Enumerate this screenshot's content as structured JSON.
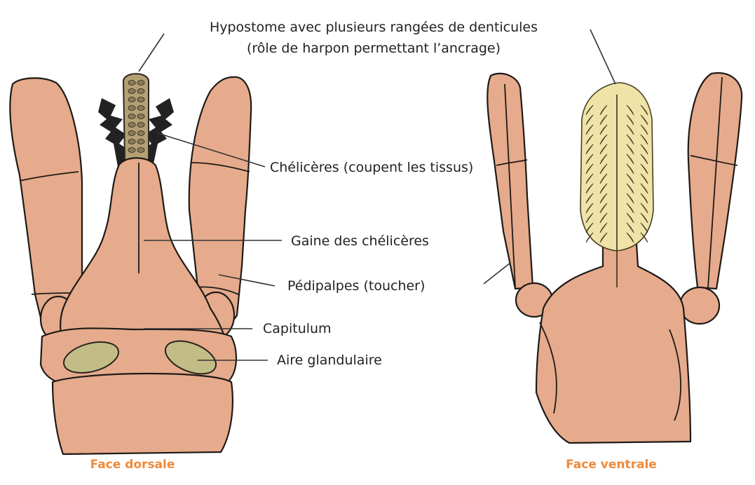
{
  "labels": {
    "hypostome_line1": "Hypostome avec plusieurs rangées de denticules",
    "hypostome_line2": "(rôle de harpon permettant l’ancrage)",
    "chelicerae": "Chélicères (coupent les tissus)",
    "sheath": "Gaine des chélicères",
    "pedipalps": "Pédipalpes (toucher)",
    "capitulum": "Capitulum",
    "glandular_area": "Aire glandulaire"
  },
  "captions": {
    "dorsal": "Face dorsale",
    "ventral": "Face ventrale"
  },
  "colors": {
    "body": "#e6ab8c",
    "outline": "#1e1a17",
    "gland": "#c2bd86",
    "hypostome_ventral": "#efe3a8",
    "caption": "#ee8a3a"
  }
}
